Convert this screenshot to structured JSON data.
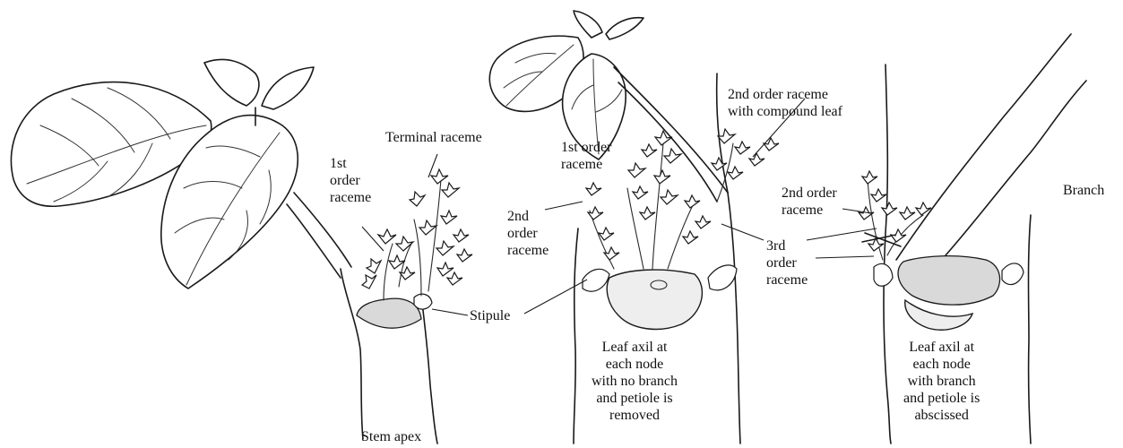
{
  "labels": {
    "terminal_raceme": "Terminal raceme",
    "first_order_raceme_left": "1st\norder\nraceme",
    "stipule": "Stipule",
    "stem_apex": "Stem apex",
    "first_order_raceme_mid": "1st order\nraceme",
    "second_order_raceme_mid": "2nd\norder\nraceme",
    "second_order_raceme_compound": "2nd order raceme\nwith compound leaf",
    "third_order_raceme": "3rd\norder\nraceme",
    "leaf_axil_no_branch": "Leaf axil at\neach node\nwith no branch\nand petiole is\nremoved",
    "second_order_raceme_right": "2nd order\nraceme",
    "branch": "Branch",
    "leaf_axil_with_branch": "Leaf axil at\neach node\nwith branch\nand petiole is\nabscissed"
  },
  "colors": {
    "ink": "#1a1a1a",
    "background": "#ffffff"
  }
}
